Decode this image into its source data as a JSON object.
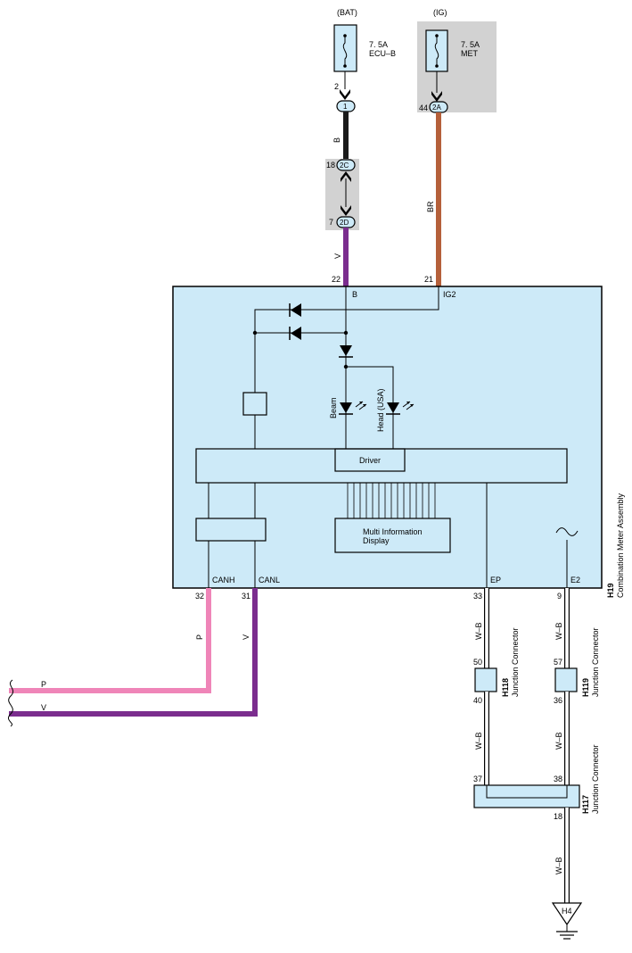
{
  "fuses": {
    "bat": {
      "source": "(BAT)",
      "rating": "7. 5A",
      "name": "ECU–B",
      "pin": "2"
    },
    "ig": {
      "source": "(IG)",
      "rating": "7. 5A",
      "name": "MET",
      "pin": "44",
      "connector": "2A"
    }
  },
  "connectors": {
    "c1": {
      "label": "1"
    },
    "c2c": {
      "label": "2C",
      "pin": "18"
    },
    "c2d": {
      "label": "2D",
      "pin": "7"
    }
  },
  "wires": {
    "b": {
      "label": "B",
      "color": "#1a1a1a"
    },
    "v": {
      "label": "V",
      "color": "#7b2d8e"
    },
    "br": {
      "label": "BR",
      "color": "#b5603a"
    },
    "p": {
      "label": "P",
      "color": "#ef85b8"
    },
    "wb": {
      "label": "W–B",
      "color": "#ffffff"
    }
  },
  "meter": {
    "id": "H19",
    "name": "Combination Meter Assembly",
    "fill": "#cdeaf8",
    "terminals": {
      "b": {
        "pin": "22",
        "name": "B"
      },
      "ig2": {
        "pin": "21",
        "name": "IG2"
      },
      "canh": {
        "pin": "32",
        "name": "CANH"
      },
      "canl": {
        "pin": "31",
        "name": "CANL"
      },
      "ep": {
        "pin": "33",
        "name": "EP"
      },
      "e2": {
        "pin": "9",
        "name": "E2"
      }
    },
    "driver": "Driver",
    "led_beam": "Beam",
    "led_head": "Head (USA)",
    "mid_line1": "Multi Information",
    "mid_line2": "Display"
  },
  "junctions": {
    "h118": {
      "id": "H118",
      "name": "Junction Connector",
      "pin_top": "50",
      "pin_bottom": "40"
    },
    "h119": {
      "id": "H119",
      "name": "Junction Connector",
      "pin_top": "57",
      "pin_bottom": "36"
    },
    "h117": {
      "id": "H117",
      "name": "Junction Connector",
      "pin_left": "37",
      "pin_right": "38",
      "pin_bottom": "18"
    }
  },
  "ground": {
    "label": "H4"
  }
}
